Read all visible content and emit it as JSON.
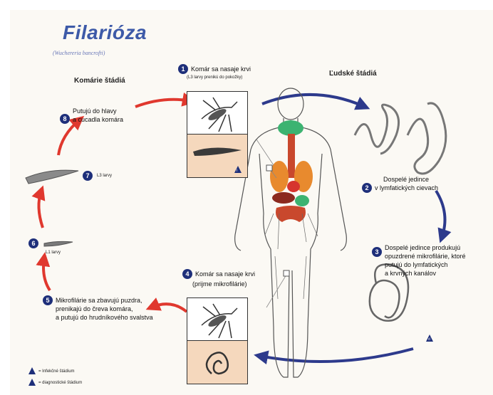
{
  "title": "Filarióza",
  "subtitle": "(Wuchereria bancrofti)",
  "headings": {
    "mosquito": "Komárie štádiá",
    "human": "Ľudské štádiá"
  },
  "steps": {
    "s1": {
      "num": "1",
      "line1": "Komár sa nasaje krvi",
      "line2": "(L3 larvy prenikú do pokožky)"
    },
    "s2": {
      "num": "2",
      "line1": "Dospelé jedince",
      "line2": "v lymfatických cievach"
    },
    "s3": {
      "num": "3",
      "line1": "Dospelé jedince produkujú",
      "line2": "opuzdrené mikrofilárie, ktoré",
      "line3": "putujú do lymfatických",
      "line4": "a krvných kanálov"
    },
    "s4": {
      "num": "4",
      "line1": "Komár sa nasaje krvi",
      "line2": "(prijme mikrofilárie)"
    },
    "s5": {
      "num": "5",
      "line1": "Mikrofilárie sa zbavujú puzdra,",
      "line2": "prenikajú do čreva komára,",
      "line3": "a putujú do hrudníkového svalstva"
    },
    "s6": {
      "num": "6",
      "label": "L1 larvy"
    },
    "s7": {
      "num": "7",
      "label": "L3 larvy"
    },
    "s8": {
      "num": "8",
      "line1": "Putujú do hlavy",
      "line2": "a cucadla komára"
    }
  },
  "stage_marks": {
    "i": "i",
    "d": "d"
  },
  "legend": {
    "infective": "= Infekčné štádium",
    "diagnostic": "= diagnostické štádium"
  },
  "colors": {
    "title": "#3d5aa8",
    "badge": "#1e2f7a",
    "red_arrow": "#e0382e",
    "blue_arrow": "#2d3a8c",
    "peach": "#f5d8bd"
  }
}
